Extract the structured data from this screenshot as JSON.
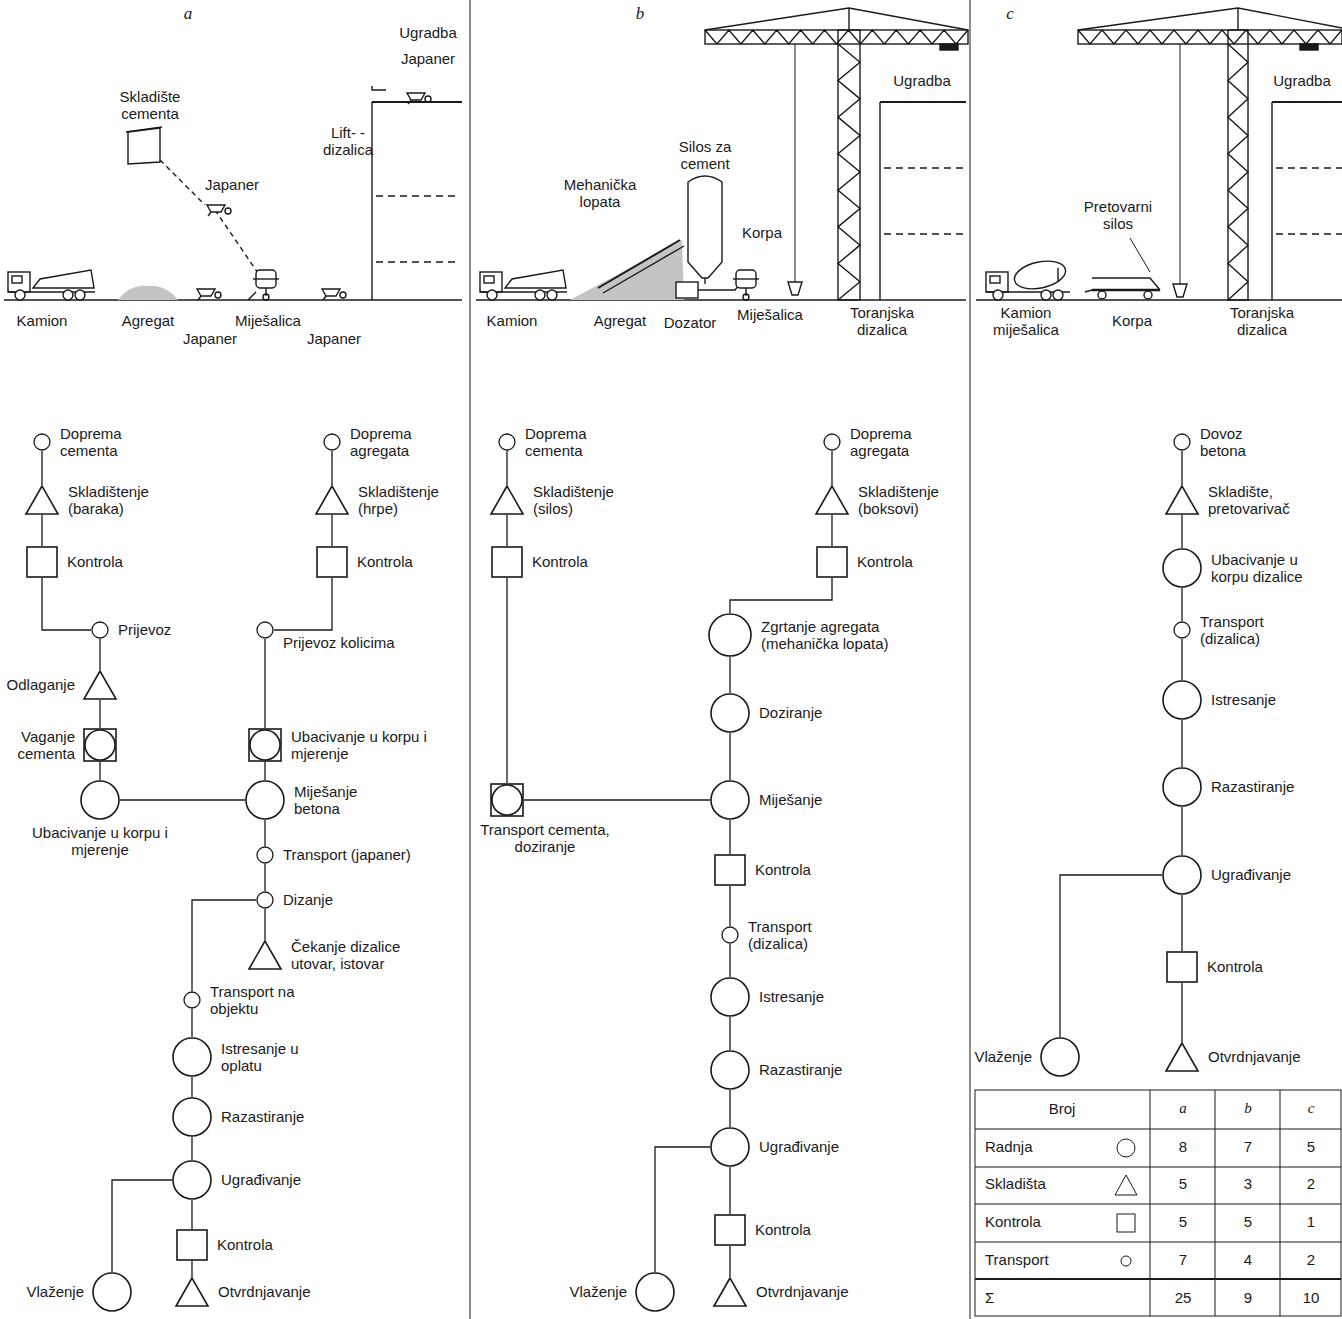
{
  "diagram": {
    "nodes": [
      {
        "text": [
          "Doprema cementa"
        ]
      },
      {
        "text": [
          "Skladištenje (baraka)"
        ]
      },
      {
        "text": [
          "Kontrola"
        ]
      },
      {
        "text": [
          "Doprema agregata"
        ]
      },
      {
        "text": [
          "Skladištenje (hrpe)"
        ]
      },
      {
        "text": [
          "Kontrola"
        ]
      },
      {
        "text": [
          "Prijevoz"
        ]
      },
      {
        "text": [
          "Odlaganje"
        ]
      },
      {
        "text": [
          "Vaganje cementa"
        ]
      },
      {
        "text": [
          "Prijevoz kolicima"
        ]
      },
      {
        "text": [
          "Ubacivanje u korpu i mjerenje"
        ]
      },
      {
        "text": [
          "Ubacivanje u korpu i mjerenje"
        ]
      },
      {
        "text": [
          "Miješanje betona"
        ]
      },
      {
        "text": [
          "Transport (japaner)"
        ]
      },
      {
        "text": [
          "Dizanje"
        ]
      },
      {
        "text": [
          "Čekanje dizalice utovar, istovar"
        ]
      },
      {
        "text": [
          "Transport na objektu"
        ]
      },
      {
        "text": [
          "Istresanje u oplatu"
        ]
      },
      {
        "text": [
          "Razastiranje"
        ]
      },
      {
        "text": [
          "Ugrađivanje"
        ]
      },
      {
        "text": [
          "Vlaženje"
        ]
      },
      {
        "text": [
          "Kontrola"
        ]
      },
      {
        "text": [
          "Otvrdnjavanje"
        ]
      },
      {
        "text": [
          "Doprema cementa"
        ]
      },
      {
        "text": [
          "Skladištenje (silos)"
        ]
      },
      {
        "text": [
          "Kontrola"
        ]
      },
      {
        "text": [
          "Doprema agregata"
        ]
      },
      {
        "text": [
          "Skladištenje (boksovi)"
        ]
      },
      {
        "text": [
          "Kontrola"
        ]
      },
      {
        "text": [
          "Zgrtanje agregata (mehanička lopata)"
        ]
      },
      {
        "text": [
          "Doziranje"
        ]
      },
      {
        "text": [
          "Transport cementa, doziranje"
        ]
      },
      {
        "text": [
          "Miješanje"
        ]
      },
      {
        "text": [
          "Kontrola"
        ]
      },
      {
        "text": [
          "Transport (dizalica)"
        ]
      },
      {
        "text": [
          "Istresanje"
        ]
      },
      {
        "text": [
          "Razastiranje"
        ]
      },
      {
        "text": [
          "Ugrađivanje"
        ]
      },
      {
        "text": [
          "Vlaženje"
        ]
      },
      {
        "text": [
          "Kontrola"
        ]
      },
      {
        "text": [
          "Otvrdnjavanje"
        ]
      },
      {
        "text": [
          "Dovoz betona"
        ]
      },
      {
        "text": [
          "Skladište, pretovarivač"
        ]
      },
      {
        "text": [
          "Ubacivanje u korpu dizalice"
        ]
      },
      {
        "text": [
          "Transport (dizalica)"
        ]
      },
      {
        "text": [
          "Istresanje"
        ]
      },
      {
        "text": [
          "Razastiranje"
        ]
      },
      {
        "text": [
          "Ugrađivanje"
        ]
      },
      {
        "text": [
          "Vlaženje"
        ]
      },
      {
        "text": [
          "Kontrola"
        ]
      },
      {
        "text": [
          "Otvrdnjavanje"
        ]
      }
    ],
    "edges": [
      {
        "from": 0,
        "to": 1,
        "arrow": "none"
      },
      {
        "from": 1,
        "to": 2,
        "arrow": "none"
      },
      {
        "from": 2,
        "to": 6,
        "arrow": "none"
      },
      {
        "from": 3,
        "to": 4,
        "arrow": "none"
      },
      {
        "from": 4,
        "to": 5,
        "arrow": "none"
      },
      {
        "from": 5,
        "to": 9,
        "arrow": "none"
      },
      {
        "from": 6,
        "to": 7,
        "arrow": "none"
      },
      {
        "from": 7,
        "to": 8,
        "arrow": "none"
      },
      {
        "from": 8,
        "to": 11,
        "arrow": "none"
      },
      {
        "from": 9,
        "to": 10,
        "arrow": "none"
      },
      {
        "from": 10,
        "to": 12,
        "arrow": "none"
      },
      {
        "from": 11,
        "to": 12,
        "arrow": "none"
      },
      {
        "from": 12,
        "to": 13,
        "arrow": "none"
      },
      {
        "from": 13,
        "to": 14,
        "arrow": "none"
      },
      {
        "from": 14,
        "to": 15,
        "arrow": "none"
      },
      {
        "from": 14,
        "to": 16,
        "arrow": "none"
      },
      {
        "from": 16,
        "to": 17,
        "arrow": "none"
      },
      {
        "from": 17,
        "to": 18,
        "arrow": "none"
      },
      {
        "from": 18,
        "to": 19,
        "arrow": "none"
      },
      {
        "from": 19,
        "to": 20,
        "arrow": "none"
      },
      {
        "from": 19,
        "to": 21,
        "arrow": "none"
      },
      {
        "from": 21,
        "to": 22,
        "arrow": "none"
      },
      {
        "from": 23,
        "to": 24,
        "arrow": "none"
      },
      {
        "from": 24,
        "to": 25,
        "arrow": "none"
      },
      {
        "from": 25,
        "to": 31,
        "arrow": "none"
      },
      {
        "from": 26,
        "to": 27,
        "arrow": "none"
      },
      {
        "from": 27,
        "to": 28,
        "arrow": "none"
      },
      {
        "from": 28,
        "to": 29,
        "arrow": "none"
      },
      {
        "from": 29,
        "to": 30,
        "arrow": "none"
      },
      {
        "from": 30,
        "to": 32,
        "arrow": "none"
      },
      {
        "from": 31,
        "to": 32,
        "arrow": "none"
      },
      {
        "from": 32,
        "to": 33,
        "arrow": "none"
      },
      {
        "from": 33,
        "to": 34,
        "arrow": "none"
      },
      {
        "from": 34,
        "to": 35,
        "arrow": "none"
      },
      {
        "from": 35,
        "to": 36,
        "arrow": "none"
      },
      {
        "from": 36,
        "to": 37,
        "arrow": "none"
      },
      {
        "from": 37,
        "to": 38,
        "arrow": "none"
      },
      {
        "from": 37,
        "to": 39,
        "arrow": "none"
      },
      {
        "from": 39,
        "to": 40,
        "arrow": "none"
      },
      {
        "from": 41,
        "to": 42,
        "arrow": "none"
      },
      {
        "from": 42,
        "to": 43,
        "arrow": "none"
      },
      {
        "from": 43,
        "to": 44,
        "arrow": "none"
      },
      {
        "from": 44,
        "to": 45,
        "arrow": "none"
      },
      {
        "from": 45,
        "to": 46,
        "arrow": "none"
      },
      {
        "from": 46,
        "to": 47,
        "arrow": "none"
      },
      {
        "from": 47,
        "to": 48,
        "arrow": "none"
      },
      {
        "from": 47,
        "to": 49,
        "arrow": "none"
      },
      {
        "from": 49,
        "to": 50,
        "arrow": "none"
      }
    ],
    "labels": [
      "a",
      "Ugradba",
      "Japaner",
      "Skladište cementa",
      "Lift- -dizalica",
      "Japaner",
      "Kamion",
      "Agregat",
      "Miješalica",
      "Japaner",
      "Japaner",
      "b",
      "Ugradba",
      "Silos za cement",
      "Mehanička lopata",
      "Korpa",
      "Kamion",
      "Agregat",
      "Dozator",
      "Miješalica",
      "Toranjska dizalica",
      "c",
      "Ugradba",
      "Pretovarni silos",
      "Kamion miješalica",
      "Korpa",
      "Toranjska dizalica",
      "Broj",
      "a",
      "b",
      "c",
      "Radnja",
      "8",
      "7",
      "5",
      "Skladišta",
      "5",
      "3",
      "2",
      "Kontrola",
      "5",
      "5",
      "1",
      "Transport",
      "7",
      "4",
      "2",
      "Σ",
      "25",
      "9",
      "10"
    ]
  }
}
